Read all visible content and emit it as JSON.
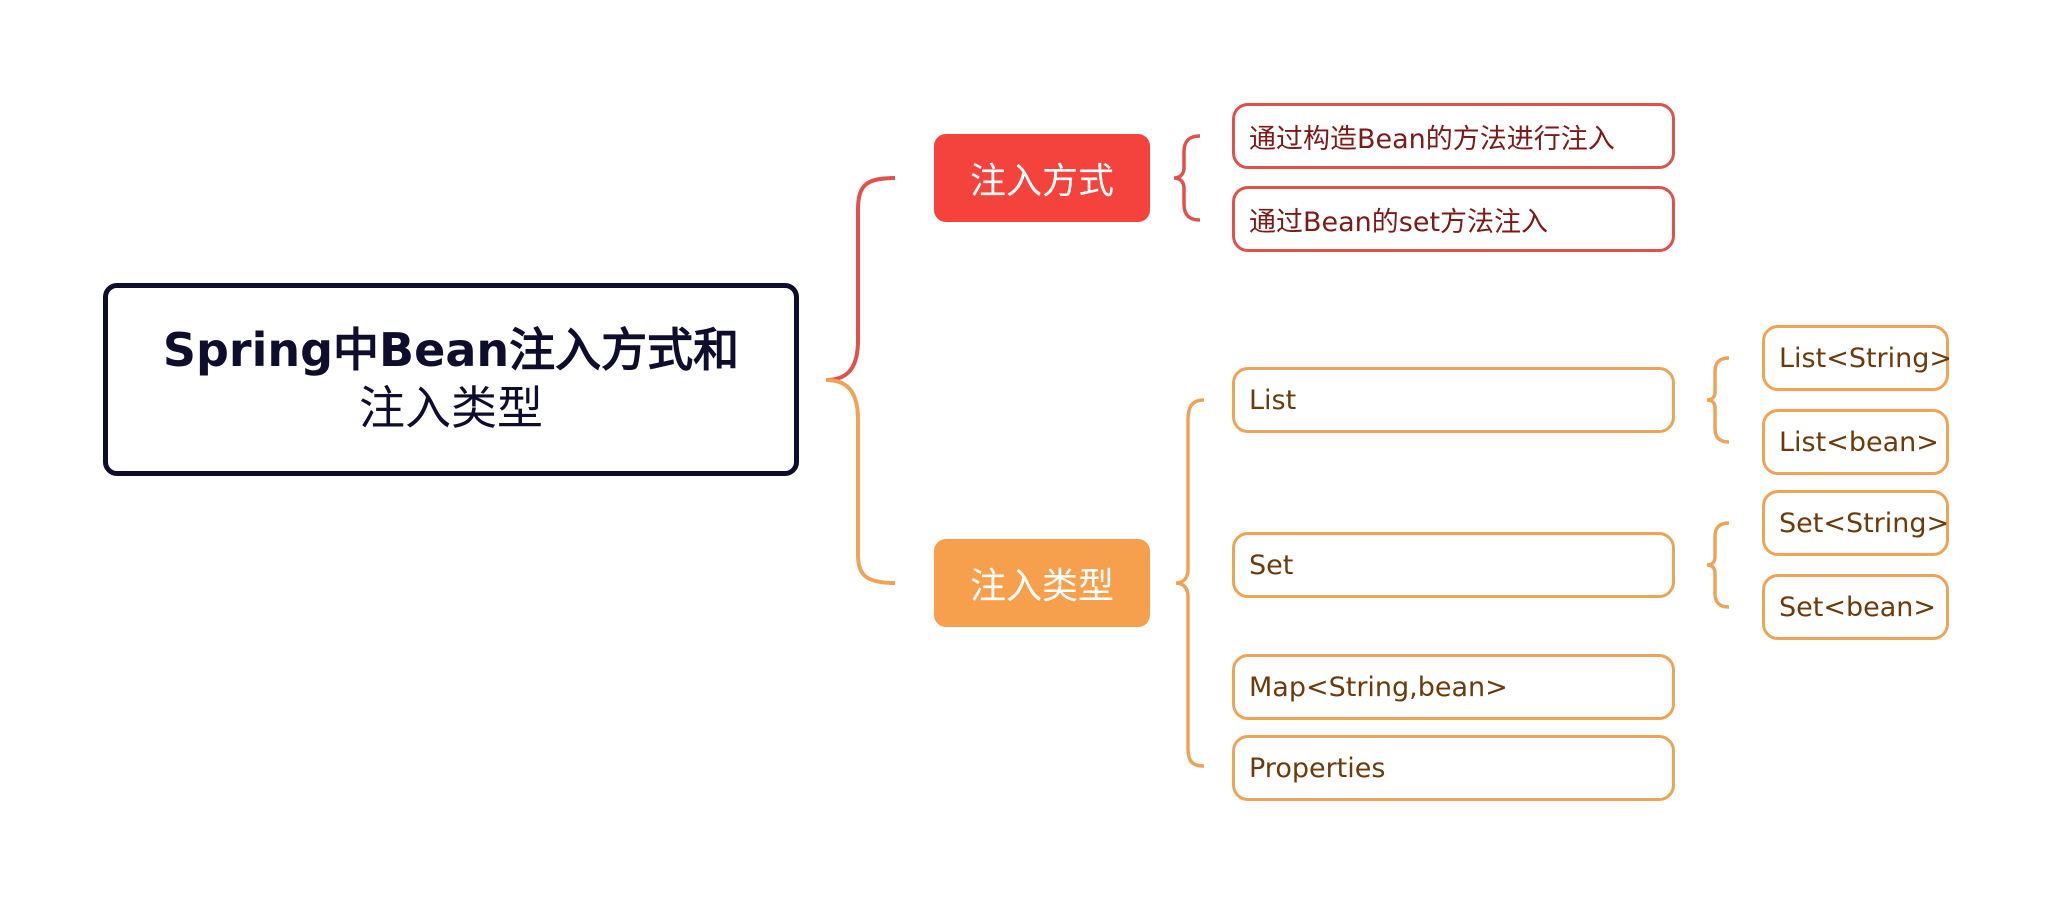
{
  "root": {
    "title_line1": "Spring中Bean注入方式和",
    "title_line2": "注入类型"
  },
  "branches": [
    {
      "label": "注入方式",
      "color": "#f4423d",
      "children": [
        {
          "label": "通过构造Bean的方法进行注入"
        },
        {
          "label": "通过Bean的set方法注入"
        }
      ]
    },
    {
      "label": "注入类型",
      "color": "#f6a04d",
      "children": [
        {
          "label": "List",
          "children": [
            {
              "label": "List<String>"
            },
            {
              "label": "List<bean>"
            }
          ]
        },
        {
          "label": "Set",
          "children": [
            {
              "label": "Set<String>"
            },
            {
              "label": "Set<bean>"
            }
          ]
        },
        {
          "label": "Map<String,bean>"
        },
        {
          "label": "Properties"
        }
      ]
    }
  ]
}
